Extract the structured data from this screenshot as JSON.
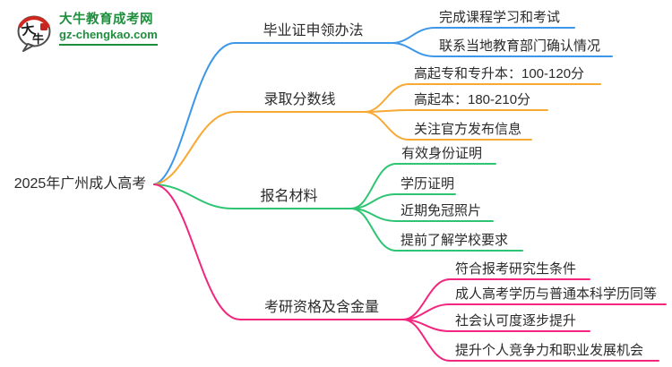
{
  "logo": {
    "title": "大牛教育成考网",
    "domain": "gz-chengkao.com",
    "icon_char1": "大",
    "icon_char2": "牛",
    "brand_green": "#1E8E3E",
    "seal_red": "#D0281E"
  },
  "root": {
    "label": "2025年广州成人高考"
  },
  "colors": {
    "branch1": "#3D97E8",
    "branch2": "#F7A934",
    "branch3": "#2EC572",
    "branch4": "#F2267E",
    "text": "#333333"
  },
  "branches": [
    {
      "label": "毕业证申领办法",
      "color": "#3D97E8",
      "children": [
        "完成课程学习和考试",
        "联系当地教育部门确认情况"
      ]
    },
    {
      "label": "录取分数线",
      "color": "#F7A934",
      "children": [
        "高起专和专升本：100-120分",
        "高起本：180-210分",
        "关注官方发布信息"
      ]
    },
    {
      "label": "报名材料",
      "color": "#2EC572",
      "children": [
        "有效身份证明",
        "学历证明",
        "近期免冠照片",
        "提前了解学校要求"
      ]
    },
    {
      "label": "考研资格及含金量",
      "color": "#F2267E",
      "children": [
        "符合报考研究生条件",
        "成人高考学历与普通本科学历同等",
        "社会认可度逐步提升",
        "提升个人竞争力和职业发展机会"
      ]
    }
  ]
}
